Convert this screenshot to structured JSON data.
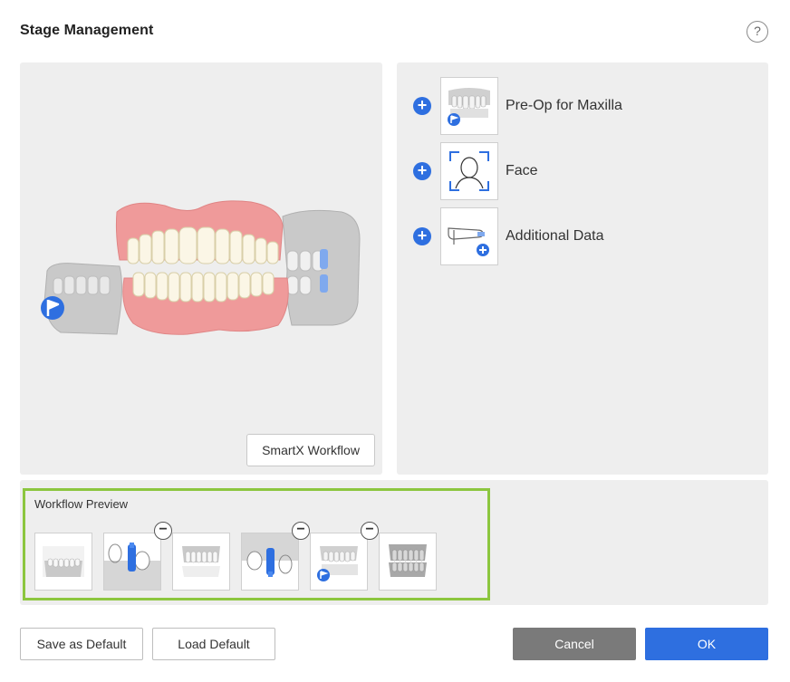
{
  "dialog": {
    "title": "Stage Management",
    "help_glyph": "?"
  },
  "left_panel": {
    "smartx_button": "SmartX Workflow"
  },
  "stages": [
    {
      "label": "Pre-Op for Maxilla",
      "icon": "maxilla-teeth-icon"
    },
    {
      "label": "Face",
      "icon": "face-scan-icon"
    },
    {
      "label": "Additional Data",
      "icon": "additional-data-icon"
    }
  ],
  "workflow_preview": {
    "title": "Workflow Preview"
  },
  "footer": {
    "save_default": "Save as Default",
    "load_default": "Load Default",
    "cancel": "Cancel",
    "ok": "OK"
  },
  "colors": {
    "accent_blue": "#2e6fe0",
    "highlight_green": "#8cc63f",
    "gum_pink": "#ef9a9a",
    "cancel_gray": "#7a7a7a"
  }
}
